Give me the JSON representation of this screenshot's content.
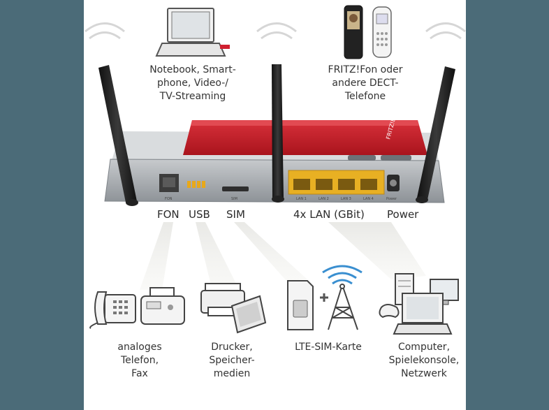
{
  "colors": {
    "page_background": "#4b6b78",
    "panel": "#ffffff",
    "router_red": "#c8202a",
    "router_gray": "#9ea3a8",
    "lan_port": "#e8b023",
    "text": "#333333"
  },
  "top_labels": {
    "notebook": "Notebook, Smart-\nphone, Video-/\nTV-Streaming",
    "dect": "FRITZ!Fon oder\nandere DECT-\nTelefone"
  },
  "router": {
    "badge": "FRITZ!Box",
    "port_micro": [
      "FON",
      "SIM",
      "LAN 1",
      "LAN 2",
      "LAN 3",
      "LAN 4",
      "Power"
    ]
  },
  "port_labels": {
    "fon": "FON",
    "usb": "USB",
    "sim": "SIM",
    "lan": "4x LAN (GBit)",
    "power": "Power"
  },
  "device_labels": {
    "phone_fax": "analoges\nTelefon,\nFax",
    "printer_storage": "Drucker,\nSpeicher-\nmedien",
    "lte": "LTE-SIM-Karte",
    "computer": "Computer,\nSpielekonsole,\nNetzwerk"
  },
  "icons": [
    "notebook-icon",
    "dect-phone-icon",
    "wifi-signal-icon",
    "analog-phone-icon",
    "fax-icon",
    "printer-icon",
    "usb-drive-icon",
    "sim-card-icon",
    "plus-icon",
    "cell-tower-icon",
    "desktop-pc-icon",
    "monitor-icon",
    "laptop-icon",
    "gamepad-icon"
  ]
}
